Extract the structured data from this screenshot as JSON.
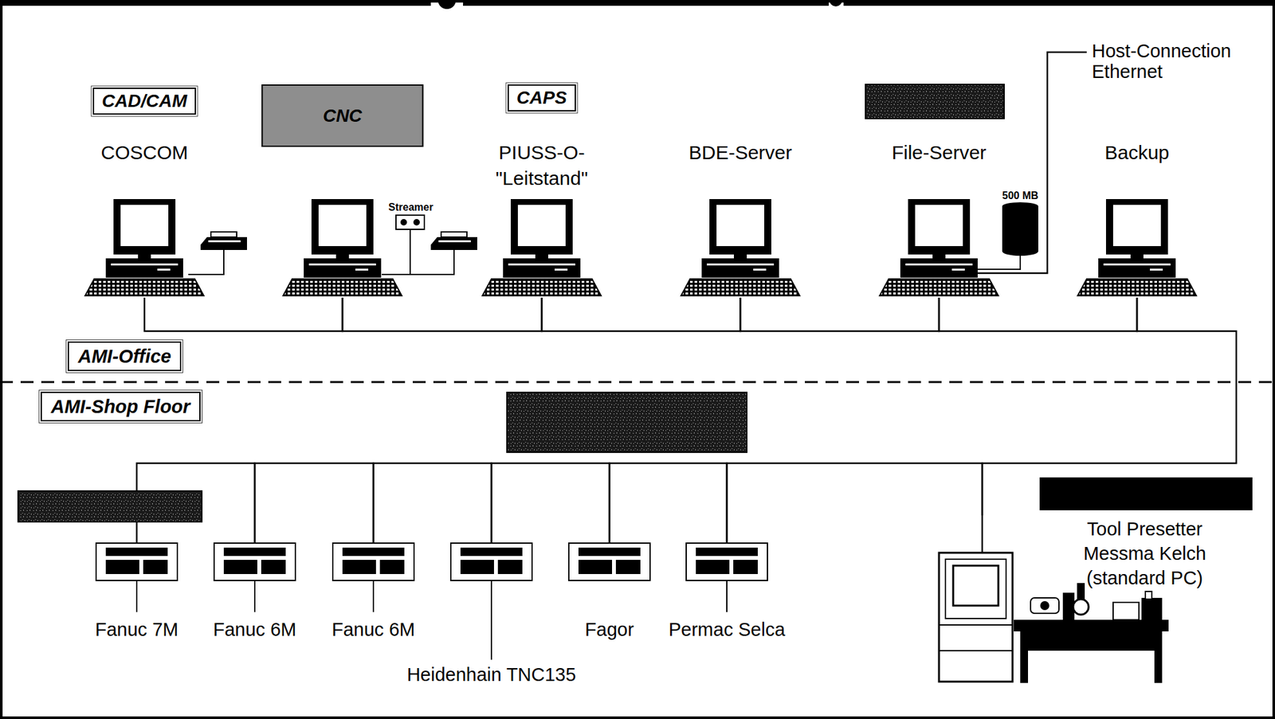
{
  "diagram": {
    "nodes": [
      {
        "text": [
          "CAD/CAM",
          "COSCOM"
        ]
      },
      {
        "text": [
          "CNC"
        ]
      },
      {
        "text": [
          "CAPS",
          "PIUSS-O- \"Leitstand\""
        ]
      },
      {
        "text": [
          "BDE-Server"
        ]
      },
      {
        "text": [
          "File-Server"
        ]
      },
      {
        "text": [
          "Backup"
        ]
      },
      {
        "text": [
          "AMI-Office"
        ]
      },
      {
        "text": [
          "AMI-Shop Floor"
        ]
      },
      {
        "text": [
          "Fanuc 7M"
        ]
      },
      {
        "text": [
          "Fanuc 6M"
        ]
      },
      {
        "text": [
          "Fanuc 6M"
        ]
      },
      {
        "text": [
          "Heidenhain TNC135"
        ]
      },
      {
        "text": [
          "Fagor"
        ]
      },
      {
        "text": [
          "Permac Selca"
        ]
      },
      {
        "text": [
          "Tool Presetter Messma Kelch (standard PC)"
        ]
      }
    ],
    "edges": [
      {
        "from": 0,
        "to": 1,
        "arrow": "none"
      },
      {
        "from": 1,
        "to": 2,
        "arrow": "none"
      },
      {
        "from": 2,
        "to": 3,
        "arrow": "none"
      },
      {
        "from": 3,
        "to": 4,
        "arrow": "none"
      },
      {
        "from": 4,
        "to": 5,
        "arrow": "none"
      },
      {
        "from": 5,
        "to": 14,
        "arrow": "none"
      },
      {
        "from": 14,
        "to": 13,
        "arrow": "none"
      },
      {
        "from": 13,
        "to": 12,
        "arrow": "none"
      },
      {
        "from": 12,
        "to": 11,
        "arrow": "none"
      },
      {
        "from": 11,
        "to": 10,
        "arrow": "none"
      },
      {
        "from": 10,
        "to": 9,
        "arrow": "none"
      },
      {
        "from": 9,
        "to": 8,
        "arrow": "none"
      }
    ],
    "labels": [
      "Host-Connection Ethernet",
      "Streamer",
      "500 MB"
    ]
  }
}
